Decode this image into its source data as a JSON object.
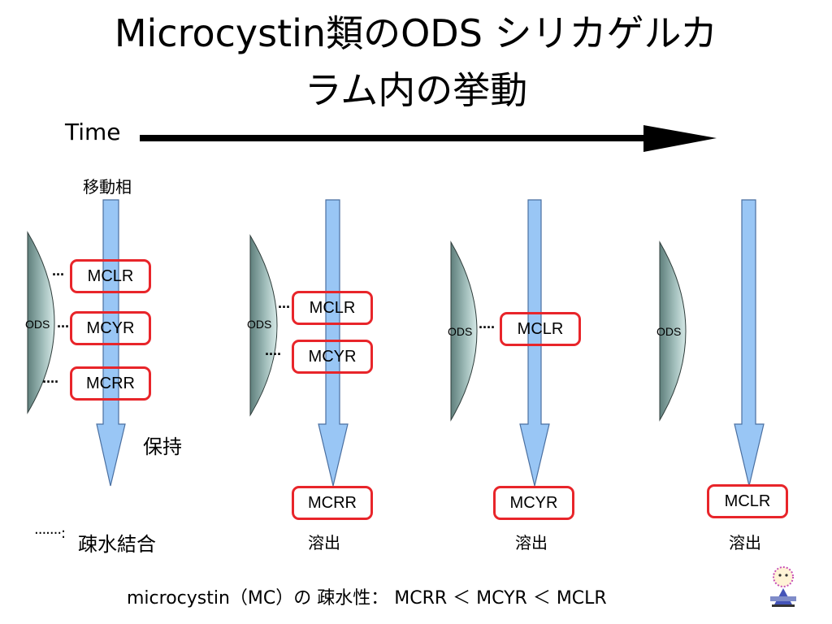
{
  "title": {
    "line1": "Microcystin類のODS シリカゲルカ",
    "line2": "ラム内の挙動"
  },
  "time_label": "Time",
  "mobile_phase_label": "移動相",
  "retention_label": "保持",
  "ods_label": "ODS",
  "dots_short": "···",
  "dots_long": "····",
  "elution_label": "溶出",
  "legend": {
    "dots": "·······:",
    "label": "疎水結合"
  },
  "stages": [
    {
      "retained": [
        "MCLR",
        "MCYR",
        "MCRR"
      ],
      "eluted": ""
    },
    {
      "retained": [
        "MCLR",
        "MCYR"
      ],
      "eluted": "MCRR"
    },
    {
      "retained": [
        "MCLR"
      ],
      "eluted": "MCYR"
    },
    {
      "retained": [],
      "eluted": "MCLR"
    }
  ],
  "footer": "microcystin（MC）の 疎水性： MCRR ＜ MCYR ＜ MCLR",
  "colors": {
    "box_border": "#e8252a",
    "arrow_fill": "#99c6f5",
    "arrow_stroke": "#4a6fa0",
    "ods_dark": "#5f7f7c",
    "ods_light": "#cfe4e2"
  },
  "icon": "mascot-icon"
}
